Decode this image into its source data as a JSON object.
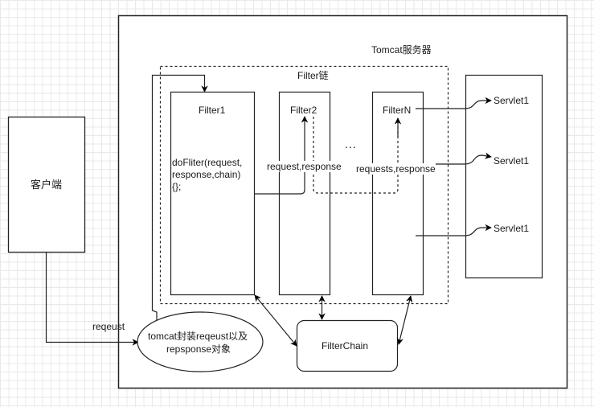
{
  "diagram": {
    "client": {
      "label": "客户端"
    },
    "server": {
      "title": "Tomcat服务器"
    },
    "filter_chain_group": {
      "title": "Filter链"
    },
    "filters": [
      {
        "name": "Filter1",
        "code": [
          "doFliter(request,",
          "response,chain)",
          "{};"
        ]
      },
      {
        "name": "Filter2"
      },
      {
        "name": "FilterN"
      }
    ],
    "ellipsis": "...",
    "edge_labels": {
      "request_in": "reqeust",
      "filter1_to_filter2": "request,response",
      "to_filterN": "requests,response"
    },
    "wrapper": {
      "line1": "tomcat封装reqeust以及",
      "line2": "repsponse对象"
    },
    "filterchain": {
      "label": "FilterChain"
    },
    "servlets": [
      "Servlet1",
      "Servlet1",
      "Servlet1"
    ]
  }
}
